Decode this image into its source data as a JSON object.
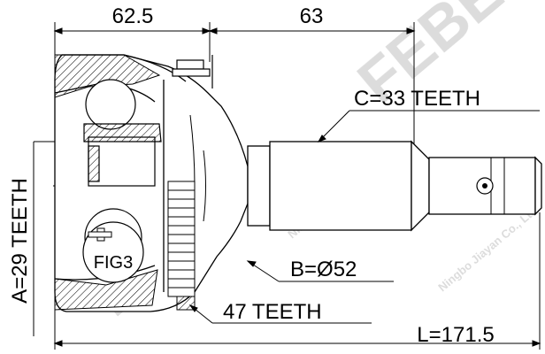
{
  "dimensions": {
    "top_left": "62.5",
    "top_right": "63",
    "spline_c": "C=33 TEETH",
    "spline_a": "A=29 TEETH",
    "diameter_b": "B=Ø52",
    "abs_ring": "47 TEETH",
    "length_l": "L=171.5"
  },
  "figure_label": "FIG3",
  "watermark": {
    "logo": "FEBEST",
    "text": "Ningbo Jiayan Co., Ltd"
  }
}
